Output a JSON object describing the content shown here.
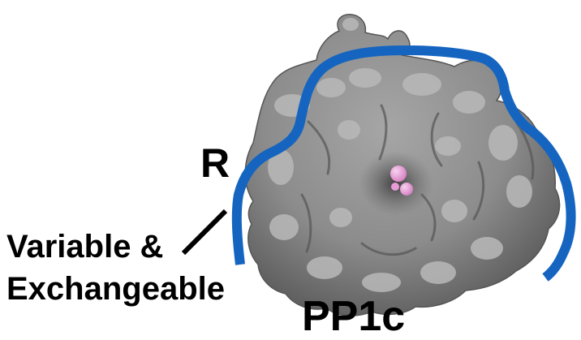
{
  "labels": {
    "regulatory": "R",
    "regulatory_description_line1": "Variable &",
    "regulatory_description_line2": "Exchangeable",
    "catalytic": "PP1c"
  },
  "colors": {
    "background": "#ffffff",
    "protein_surface": "#8a8a8a",
    "protein_highlight": "#b4b4b4",
    "protein_shadow": "#4a4a4a",
    "regulatory_outline": "#1565c0",
    "active_site_ligand": "#e79ad6",
    "text": "#000000"
  }
}
